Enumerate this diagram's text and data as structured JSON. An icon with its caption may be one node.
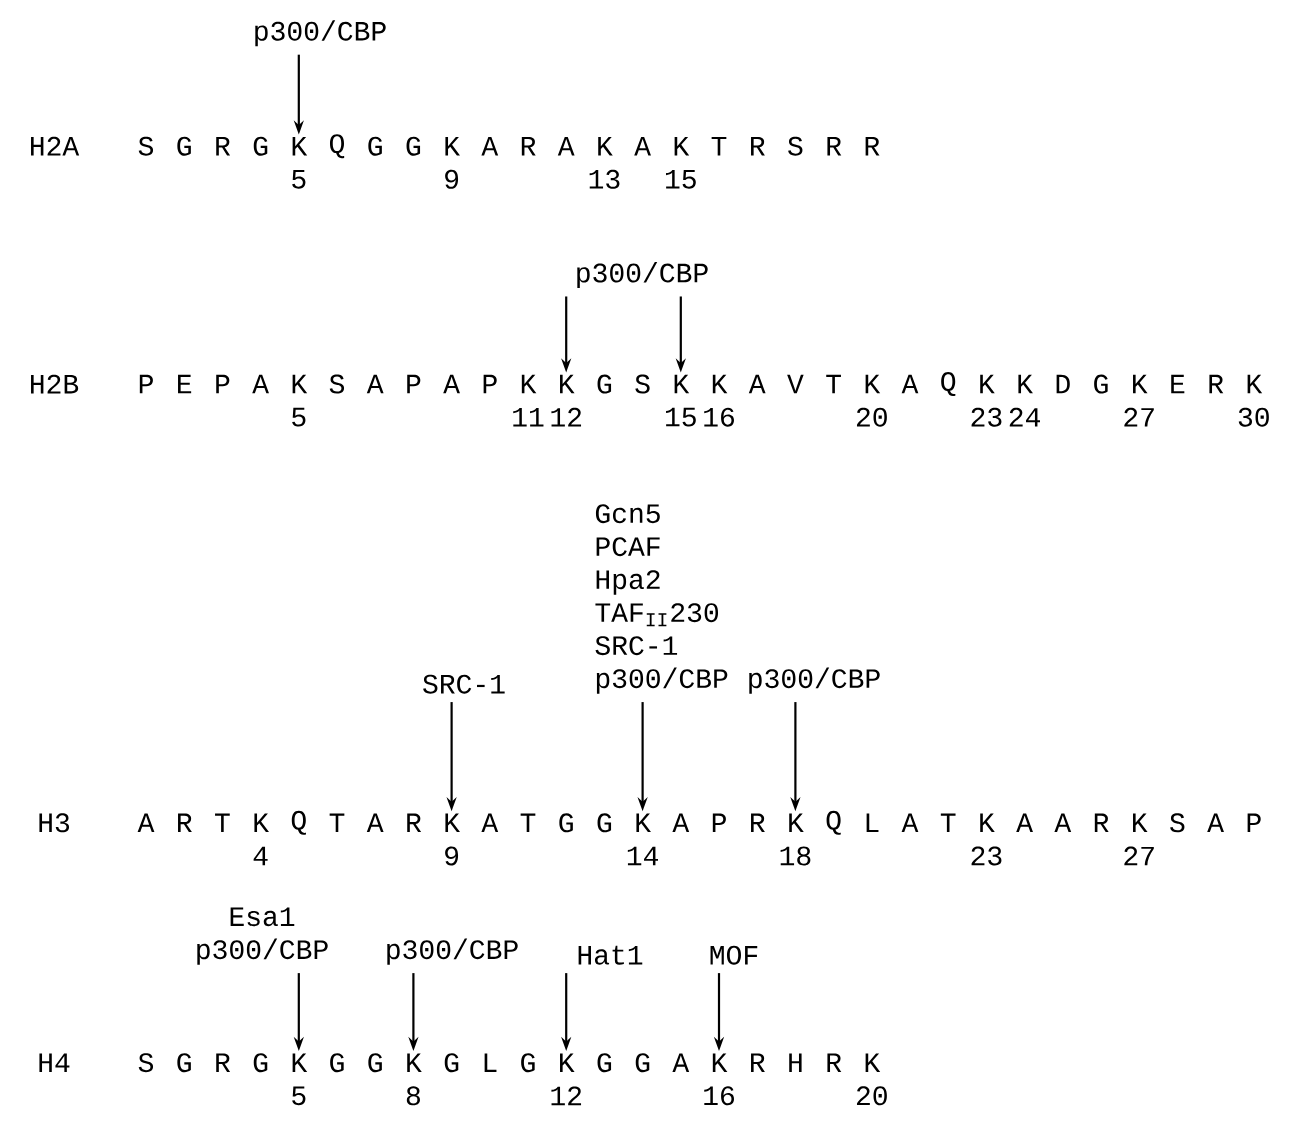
{
  "diagram": {
    "nodes": [
      {
        "text": [
          "p300/CBP"
        ]
      },
      {
        "text": [
          "K"
        ]
      },
      {
        "text": [
          "p300/CBP"
        ]
      },
      {
        "text": [
          "K"
        ]
      },
      {
        "text": [
          "K"
        ]
      },
      {
        "text": [
          "SRC-1"
        ]
      },
      {
        "text": [
          "Gcn5",
          "PCAF",
          "Hpa2",
          "TAF$_{II}$230",
          "SRC-1",
          "p300/CBP"
        ]
      },
      {
        "text": [
          "p300/CBP"
        ]
      },
      {
        "text": [
          "K"
        ]
      },
      {
        "text": [
          "K"
        ]
      },
      {
        "text": [
          "K"
        ]
      },
      {
        "text": [
          "Esa1",
          "p300/CBP"
        ]
      },
      {
        "text": [
          "p300/CBP"
        ]
      },
      {
        "text": [
          "Hat1"
        ]
      },
      {
        "text": [
          "MOF"
        ]
      },
      {
        "text": [
          "K"
        ]
      },
      {
        "text": [
          "K"
        ]
      },
      {
        "text": [
          "K"
        ]
      },
      {
        "text": [
          "K"
        ]
      }
    ],
    "edges": [
      {
        "from": 0,
        "to": 1,
        "arrow": "to"
      },
      {
        "from": 2,
        "to": 3,
        "arrow": "to"
      },
      {
        "from": 2,
        "to": 4,
        "arrow": "to"
      },
      {
        "from": 5,
        "to": 8,
        "arrow": "to"
      },
      {
        "from": 6,
        "to": 9,
        "arrow": "to"
      },
      {
        "from": 7,
        "to": 10,
        "arrow": "to"
      },
      {
        "from": 11,
        "to": 15,
        "arrow": "to"
      },
      {
        "from": 12,
        "to": 16,
        "arrow": "to"
      },
      {
        "from": 13,
        "to": 17,
        "arrow": "to"
      },
      {
        "from": 14,
        "to": 18,
        "arrow": "to"
      }
    ],
    "labels": [
      "H2A",
      "S",
      "G",
      "R",
      "G",
      "Q",
      "G",
      "G",
      "K",
      "A",
      "R",
      "A",
      "K",
      "A",
      "K",
      "T",
      "R",
      "S",
      "R",
      "R",
      "5",
      "9",
      "13",
      "15",
      "H2B",
      "P",
      "E",
      "P",
      "A",
      "K",
      "S",
      "A",
      "P",
      "A",
      "P",
      "K",
      "G",
      "S",
      "K",
      "A",
      "V",
      "T",
      "K",
      "A",
      "Q",
      "K",
      "K",
      "D",
      "G",
      "K",
      "E",
      "R",
      "K",
      "5",
      "11",
      "12",
      "15",
      "16",
      "20",
      "23",
      "24",
      "27",
      "30",
      "H3",
      "A",
      "R",
      "T",
      "K",
      "Q",
      "T",
      "A",
      "R",
      "A",
      "T",
      "G",
      "G",
      "A",
      "P",
      "R",
      "Q",
      "L",
      "A",
      "T",
      "K",
      "A",
      "A",
      "R",
      "K",
      "S",
      "A",
      "P",
      "4",
      "9",
      "14",
      "18",
      "23",
      "27",
      "H4",
      "S",
      "G",
      "R",
      "G",
      "G",
      "G",
      "G",
      "L",
      "G",
      "G",
      "G",
      "A",
      "R",
      "H",
      "R",
      "K",
      "5",
      "8",
      "12",
      "16",
      "20"
    ]
  }
}
